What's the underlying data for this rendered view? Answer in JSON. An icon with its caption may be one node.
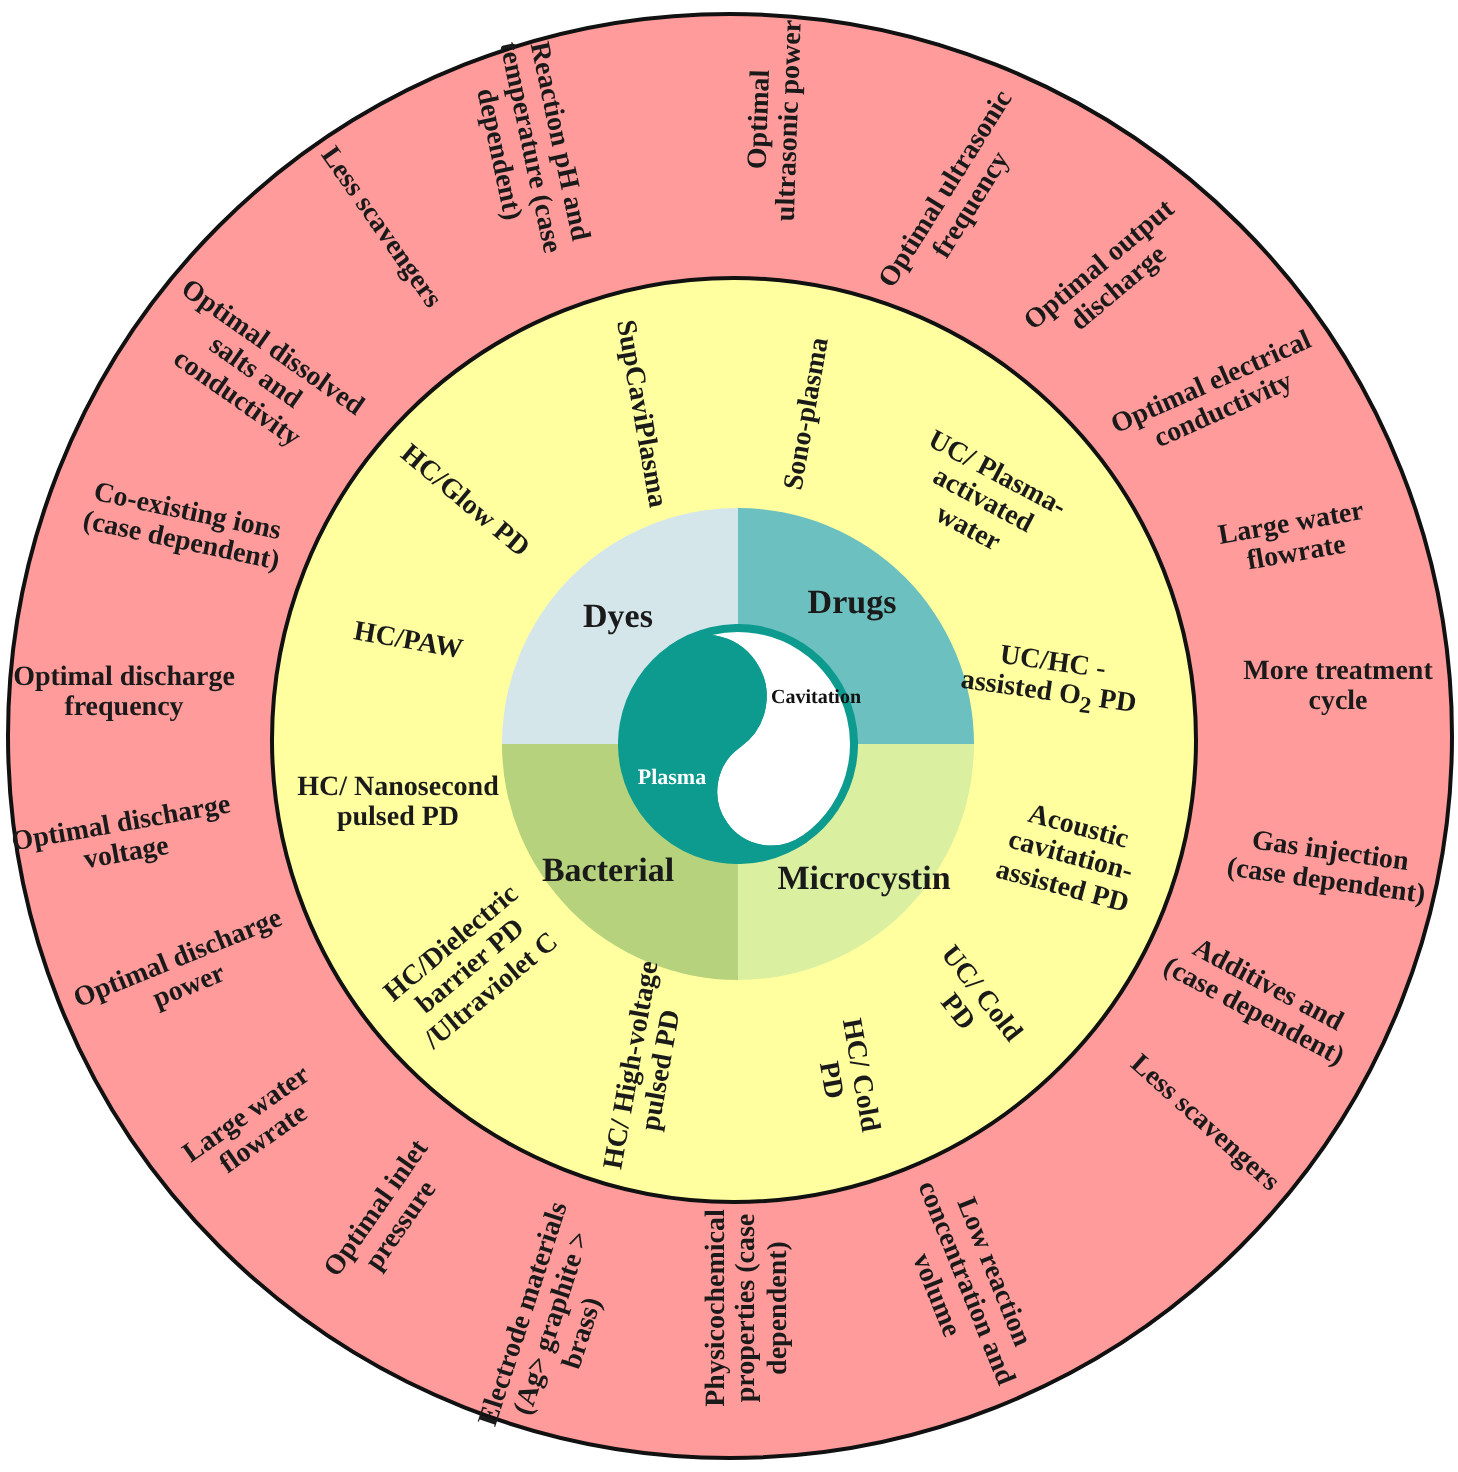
{
  "diagram": {
    "nodes": [
      {
        "text": [
          "Reaction pH and temperature (case dependent)",
          "Optimal ultrasonic power",
          "Optimal ultrasonic frequency",
          "Optimal output discharge",
          "Optimal electrical conductivity",
          "Large water flowrate",
          "More treatment cycle",
          "Gas injection (case dependent)",
          "Additives and (case dependent)",
          "Less scavengers",
          "Low reaction concentration and volume",
          "Physicochemical properties (case dependent)",
          "Electrode materials (Ag> graphite > brass)",
          "Optimal inlet pressure",
          "Large water flowrate",
          "Optimal discharge power",
          "Optimal discharge voltage",
          "Optimal discharge frequency",
          "Co-existing ions (case dependent)",
          "Optimal dissolved salts and conductivity",
          "Less scavengers"
        ]
      },
      {
        "text": [
          "SupCaviPlasma",
          "Sono-plasma",
          "UC/ Plasma-activated water",
          "UC/HC -assisted O$_{2}$ PD",
          "Acoustic cavitation-assisted PD",
          "UC/ Cold PD",
          "HC/ Cold PD",
          "HC/ High-voltage pulsed PD",
          "HC/Dielectric barrier PD /Ultraviolet C",
          "HC/ Nanosecond pulsed PD",
          "HC/PAW",
          "HC/Glow PD"
        ],
        "in": 0
      },
      {
        "text": [
          "Dyes"
        ],
        "in": 1
      },
      {
        "text": [
          "Drugs"
        ],
        "in": 1
      },
      {
        "text": [
          "Bacterial"
        ],
        "in": 1
      },
      {
        "text": [
          "Microcystin"
        ],
        "in": 1
      },
      {
        "text": [
          "Cavitation"
        ],
        "in": 1
      },
      {
        "text": [
          "Plasma"
        ],
        "in": 1
      }
    ]
  }
}
